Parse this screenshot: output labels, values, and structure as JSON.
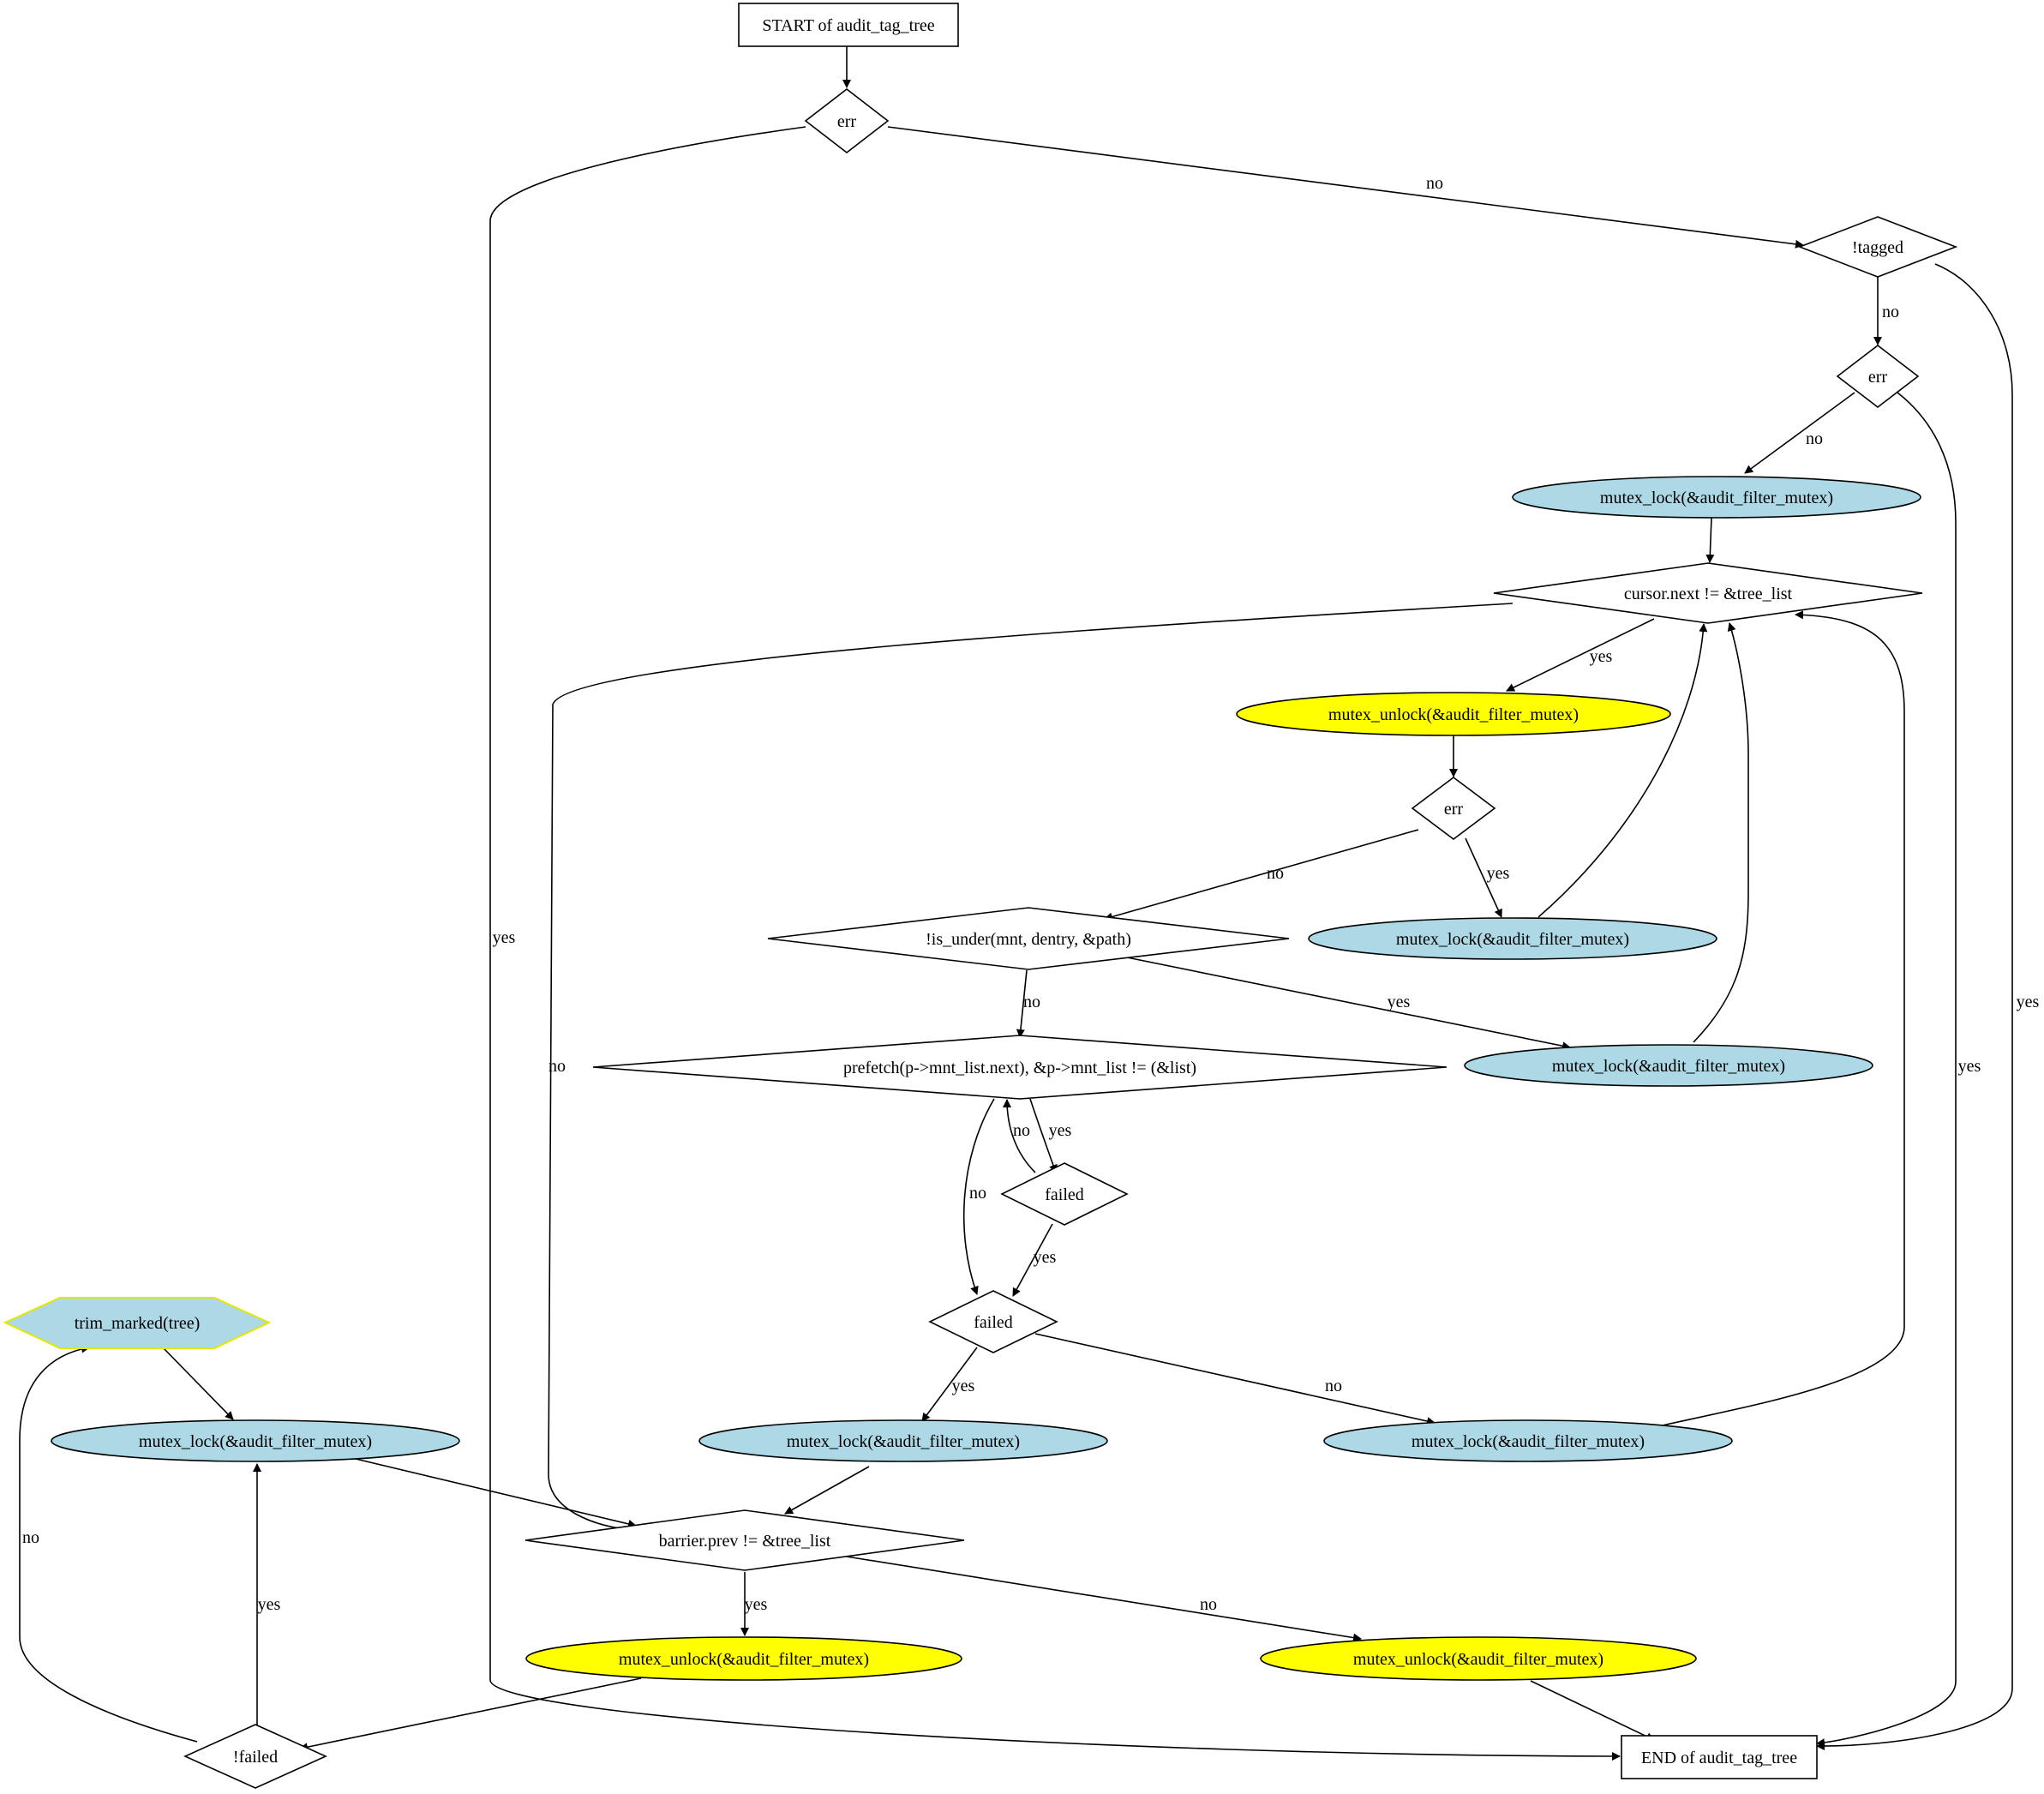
{
  "nodes": {
    "start": "START of audit_tag_tree",
    "err1": "err",
    "tagged": "!tagged",
    "err2": "err",
    "lock1": "mutex_lock(&audit_filter_mutex)",
    "cursor": "cursor.next != &tree_list",
    "unlock1": "mutex_unlock(&audit_filter_mutex)",
    "err3": "err",
    "lock2": "mutex_lock(&audit_filter_mutex)",
    "isunder": "!is_under(mnt, dentry, &path)",
    "lock3": "mutex_lock(&audit_filter_mutex)",
    "prefetch": "prefetch(p->mnt_list.next), &p->mnt_list != (&list)",
    "failed1": "failed",
    "failed2": "failed",
    "lock4": "mutex_lock(&audit_filter_mutex)",
    "lock5": "mutex_lock(&audit_filter_mutex)",
    "trim": "trim_marked(tree)",
    "lock6": "mutex_lock(&audit_filter_mutex)",
    "barrier": "barrier.prev != &tree_list",
    "unlock2": "mutex_unlock(&audit_filter_mutex)",
    "unlock3": "mutex_unlock(&audit_filter_mutex)",
    "notfailed": "!failed",
    "end": "END of audit_tag_tree"
  },
  "edges": {
    "err1_no": "no",
    "err1_yes": "yes",
    "tagged_no": "no",
    "tagged_yes": "yes",
    "err2_no": "no",
    "err2_yes": "yes",
    "cursor_yes": "yes",
    "cursor_no": "no",
    "err3_no": "no",
    "err3_yes": "yes",
    "isunder_no": "no",
    "isunder_yes": "yes",
    "prefetch_yes": "yes",
    "prefetch_no": "no",
    "failed1_no": "no",
    "failed1_yes": "yes",
    "failed2_yes": "yes",
    "failed2_no": "no",
    "barrier_yes": "yes",
    "barrier_no": "no",
    "notfailed_yes": "yes",
    "notfailed_no": "no"
  },
  "colors": {
    "lock_fill": "#add8e6",
    "unlock_fill": "#ffff00",
    "hex_stroke": "#e6e600"
  }
}
